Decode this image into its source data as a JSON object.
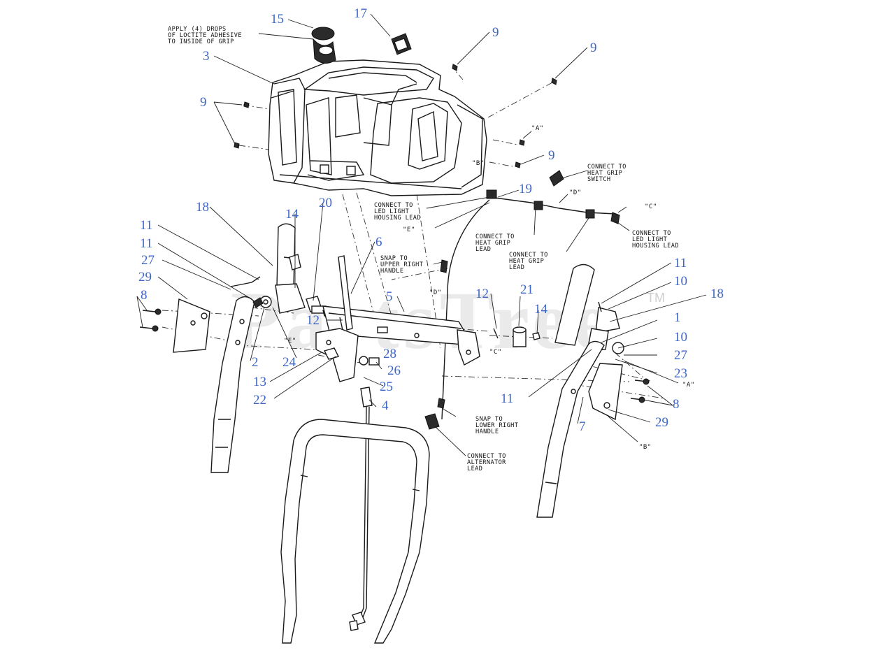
{
  "watermark": {
    "text": "PartsTree",
    "trademark": "TM"
  },
  "callouts": [
    {
      "id": "c15",
      "text": "15"
    },
    {
      "id": "c17",
      "text": "17"
    },
    {
      "id": "c9a",
      "text": "9"
    },
    {
      "id": "c9b",
      "text": "9"
    },
    {
      "id": "c3",
      "text": "3"
    },
    {
      "id": "c9c",
      "text": "9"
    },
    {
      "id": "c9d",
      "text": "9"
    },
    {
      "id": "c19",
      "text": "19"
    },
    {
      "id": "c18a",
      "text": "18"
    },
    {
      "id": "c20",
      "text": "20"
    },
    {
      "id": "c14a",
      "text": "14"
    },
    {
      "id": "c11a",
      "text": "11"
    },
    {
      "id": "c6",
      "text": "6"
    },
    {
      "id": "c11b",
      "text": "11"
    },
    {
      "id": "c27a",
      "text": "27"
    },
    {
      "id": "c29a",
      "text": "29"
    },
    {
      "id": "c8a",
      "text": "8"
    },
    {
      "id": "c5",
      "text": "5"
    },
    {
      "id": "c12a",
      "text": "12"
    },
    {
      "id": "c21",
      "text": "21"
    },
    {
      "id": "c14b",
      "text": "14"
    },
    {
      "id": "c12b",
      "text": "12"
    },
    {
      "id": "c11c",
      "text": "11"
    },
    {
      "id": "c10a",
      "text": "10"
    },
    {
      "id": "c18b",
      "text": "18"
    },
    {
      "id": "c1",
      "text": "1"
    },
    {
      "id": "c10b",
      "text": "10"
    },
    {
      "id": "c27b",
      "text": "27"
    },
    {
      "id": "c23",
      "text": "23"
    },
    {
      "id": "c28",
      "text": "28"
    },
    {
      "id": "c2",
      "text": "2"
    },
    {
      "id": "c24",
      "text": "24"
    },
    {
      "id": "c26",
      "text": "26"
    },
    {
      "id": "c13",
      "text": "13"
    },
    {
      "id": "c25",
      "text": "25"
    },
    {
      "id": "c22",
      "text": "22"
    },
    {
      "id": "c4",
      "text": "4"
    },
    {
      "id": "c11d",
      "text": "11"
    },
    {
      "id": "c8b",
      "text": "8"
    },
    {
      "id": "c7",
      "text": "7"
    },
    {
      "id": "c29b",
      "text": "29"
    }
  ],
  "notes": {
    "loctite": [
      "APPLY (4) DROPS",
      "OF LOCTITE ADHESIVE",
      "TO INSIDE OF GRIP"
    ],
    "heat_switch": [
      "CONNECT TO",
      "HEAT GRIP",
      "SWITCH"
    ],
    "led_housing_left": [
      "CONNECT TO",
      "LED LIGHT",
      "HOUSING LEAD"
    ],
    "led_housing_right": [
      "CONNECT TO",
      "LED LIGHT",
      "HOUSING LEAD"
    ],
    "heat_grip_1": [
      "CONNECT TO",
      "HEAT GRIP",
      "LEAD"
    ],
    "heat_grip_2": [
      "CONNECT TO",
      "HEAT GRIP",
      "LEAD"
    ],
    "snap_upper": [
      "SNAP TO",
      "UPPER RIGHT",
      "HANDLE"
    ],
    "snap_lower": [
      "SNAP TO",
      "LOWER RIGHT",
      "HANDLE"
    ],
    "alternator": [
      "CONNECT TO",
      "ALTERNATOR",
      "LEAD"
    ]
  },
  "letters": [
    {
      "id": "A1",
      "text": "\"A\""
    },
    {
      "id": "B1",
      "text": "\"B\""
    },
    {
      "id": "D1",
      "text": "\"D\""
    },
    {
      "id": "C1",
      "text": "\"C\""
    },
    {
      "id": "E1",
      "text": "\"E\""
    },
    {
      "id": "D2",
      "text": "\"D\""
    },
    {
      "id": "E2",
      "text": "\"E\""
    },
    {
      "id": "C2",
      "text": "\"C\""
    },
    {
      "id": "A2",
      "text": "\"A\""
    },
    {
      "id": "B2",
      "text": "\"B\""
    }
  ],
  "colors": {
    "callout": "#3d66c7",
    "line": "#1a1a1a",
    "watermark": "#d9d9d9"
  }
}
